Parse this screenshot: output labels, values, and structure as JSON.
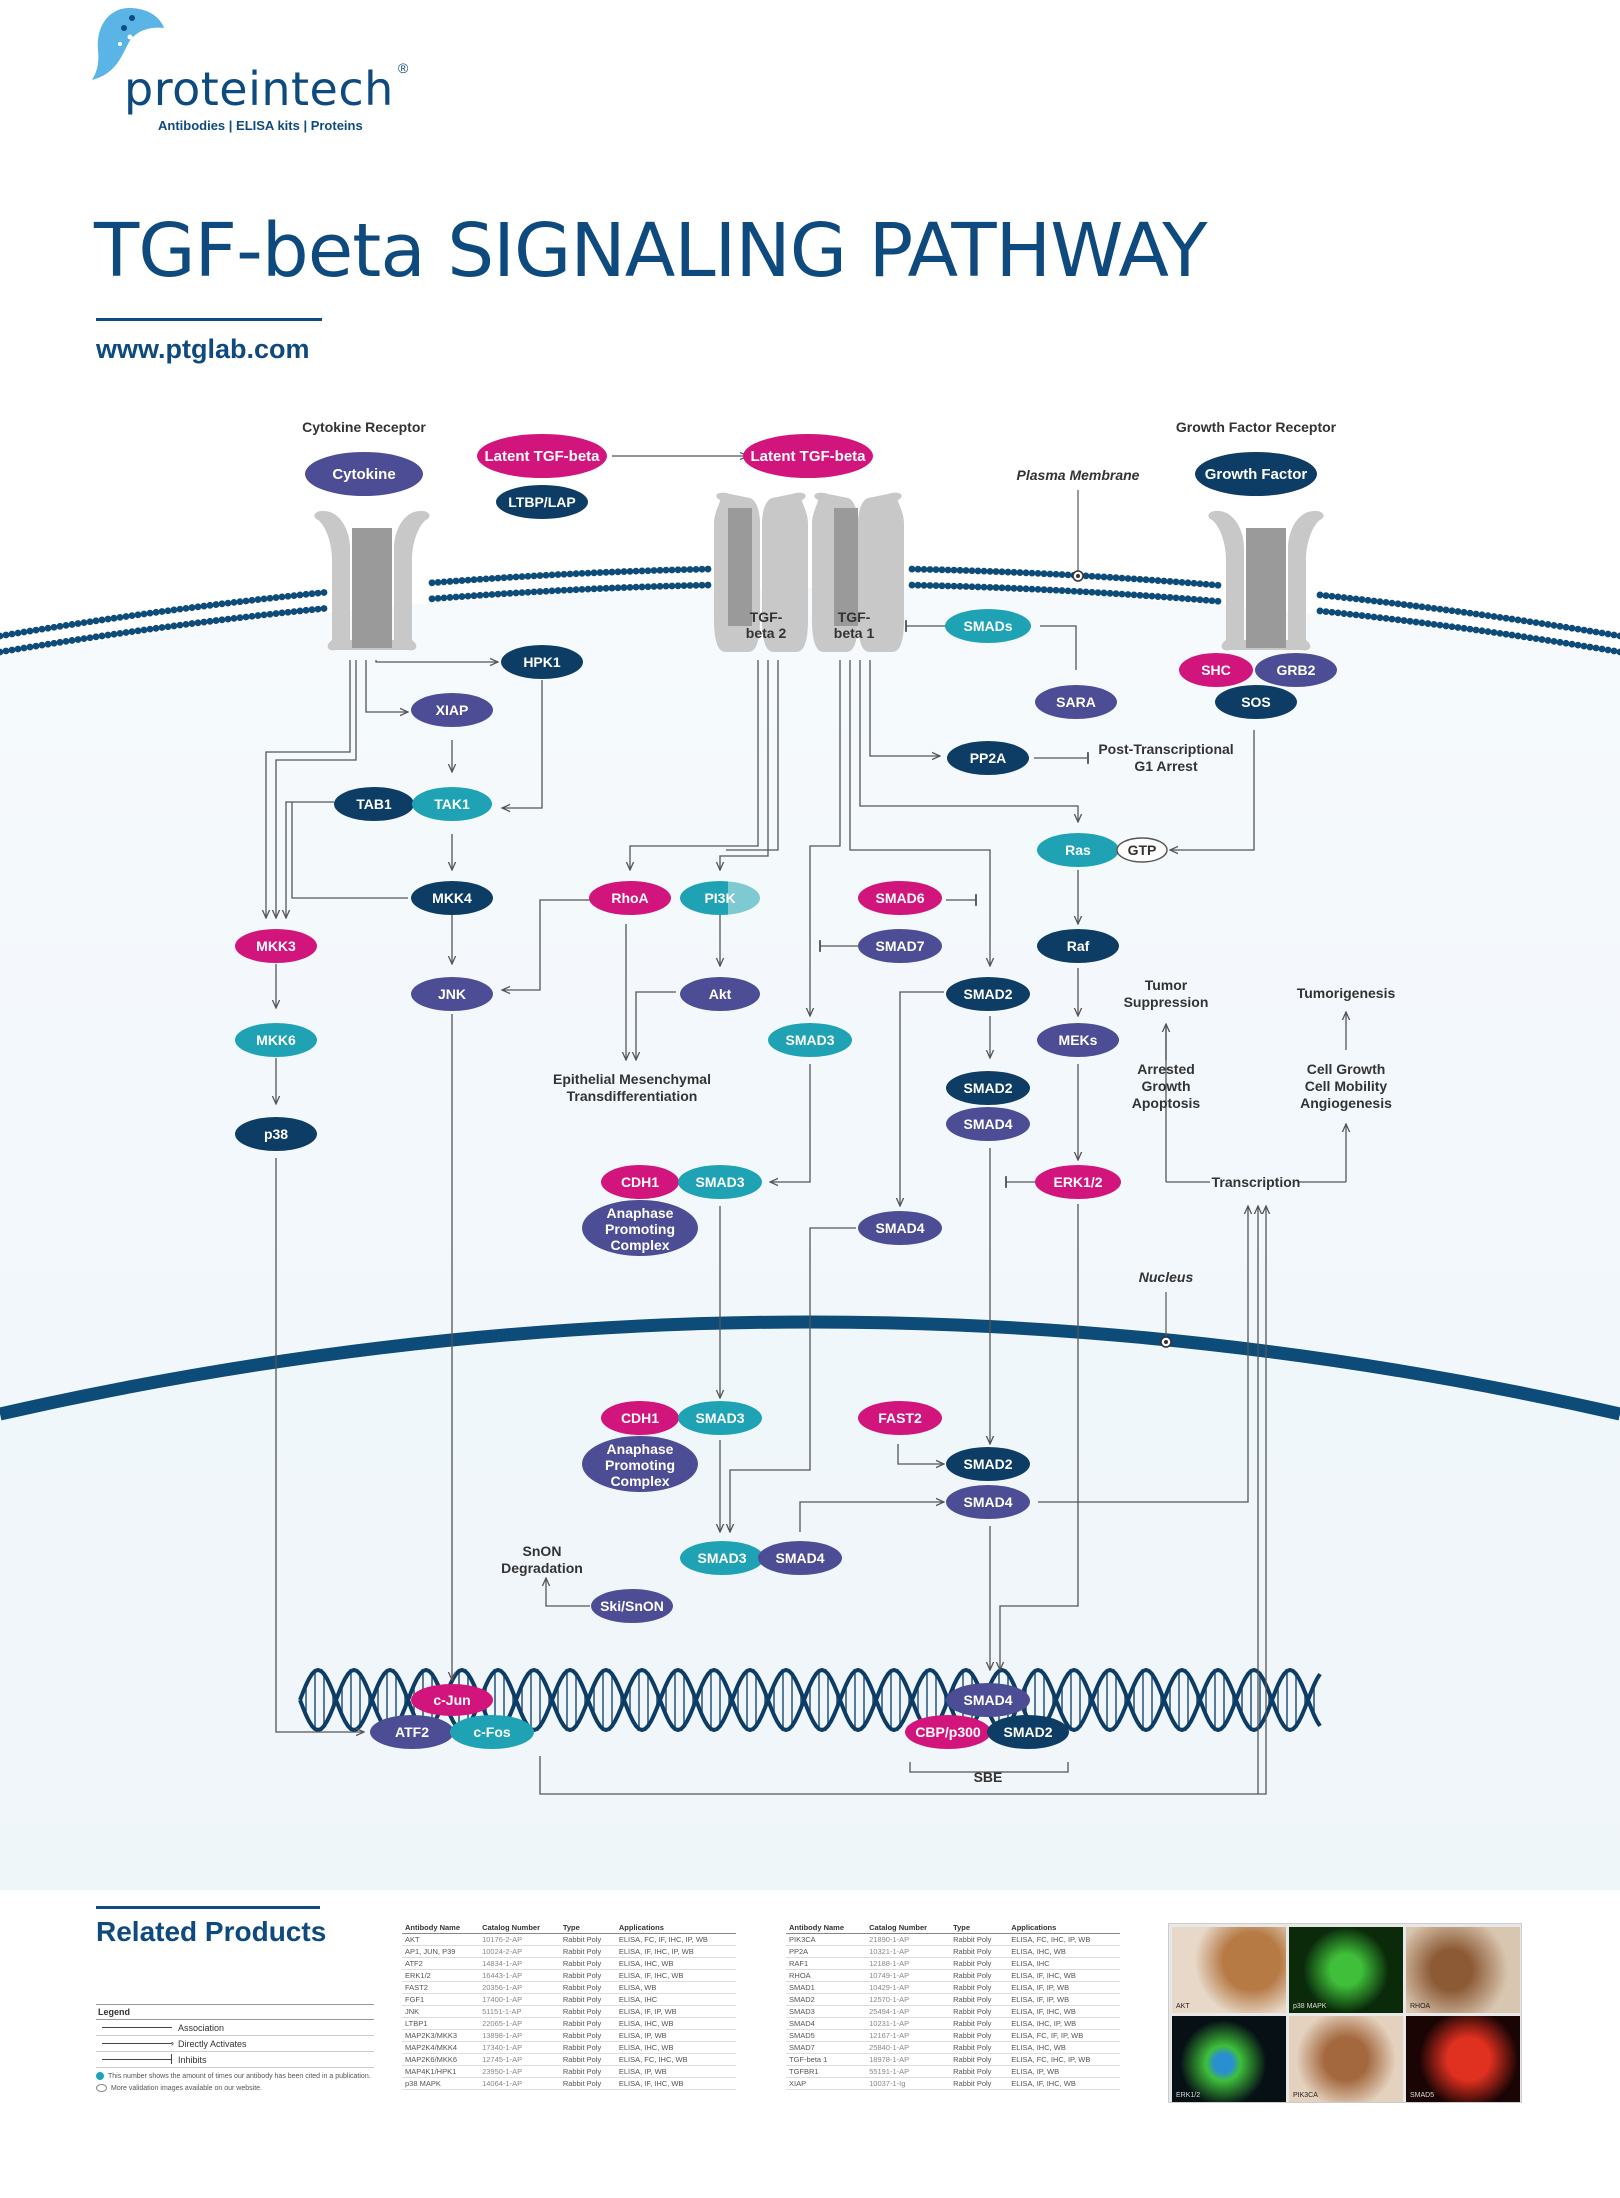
{
  "brand": {
    "name": "proteintech",
    "registered": "®",
    "tagline": "Antibodies  |  ELISA kits  |  Proteins"
  },
  "page_title": "TGF-beta SIGNALING PATHWAY",
  "website": "www.ptglab.com",
  "colors": {
    "brand_blue": "#0e4a7e",
    "navy": "#0d3c64",
    "purple": "#4d4d96",
    "magenta": "#d2157c",
    "teal": "#1fa3b4",
    "membrane": "#0d4b78"
  },
  "diagram": {
    "labels": {
      "cytokine_receptor": "Cytokine Receptor",
      "growth_factor_receptor": "Growth Factor Receptor",
      "plasma_membrane": "Plasma Membrane",
      "nucleus": "Nucleus",
      "tgfbeta2": [
        "TGF-",
        "beta 2"
      ],
      "tgfbeta1": [
        "TGF-",
        "beta 1"
      ],
      "post_transcriptional": [
        "Post-Transcriptional",
        "G1 Arrest"
      ],
      "emt": [
        "Epithelial Mesenchymal",
        "Transdifferentiation"
      ],
      "tumor_suppression": [
        "Tumor",
        "Suppression"
      ],
      "tumorigenesis": "Tumorigenesis",
      "arrested": [
        "Arrested",
        "Growth",
        "Apoptosis"
      ],
      "cell_growth": [
        "Cell Growth",
        "Cell Mobility",
        "Angiogenesis"
      ],
      "transcription": "Transcription",
      "snon_degradation": [
        "SnON",
        "Degradation"
      ],
      "sbe": "SBE"
    },
    "nodes": {
      "cytokine": "Cytokine",
      "latent1": "Latent TGF-beta",
      "latent2": "Latent TGF-beta",
      "ltbp": "LTBP/LAP",
      "growth_factor": "Growth Factor",
      "hpk1": "HPK1",
      "xiap": "XIAP",
      "tab1": "TAB1",
      "tak1": "TAK1",
      "mkk4": "MKK4",
      "mkk3": "MKK3",
      "mkk6": "MKK6",
      "p38": "p38",
      "jnk": "JNK",
      "rhoa": "RhoA",
      "pi3k": "PI3K",
      "akt": "Akt",
      "smads": "SMADs",
      "sara": "SARA",
      "pp2a": "PP2A",
      "shc": "SHC",
      "grb2": "GRB2",
      "sos": "SOS",
      "ras": "Ras",
      "gtp": "GTP",
      "raf": "Raf",
      "meks": "MEKs",
      "erk": "ERK1/2",
      "smad6": "SMAD6",
      "smad7": "SMAD7",
      "smad2_a": "SMAD2",
      "smad3_a": "SMAD3",
      "smad2_b": "SMAD2",
      "smad4_b": "SMAD4",
      "cdh1_a": "CDH1",
      "smad3_b": "SMAD3",
      "apc_a": [
        "Anaphase",
        "Promoting",
        "Complex"
      ],
      "smad4_c": "SMAD4",
      "cdh1_b": "CDH1",
      "smad3_c": "SMAD3",
      "apc_b": [
        "Anaphase",
        "Promoting",
        "Complex"
      ],
      "fast2": "FAST2",
      "smad2_n": "SMAD2",
      "smad4_n": "SMAD4",
      "smad3_d": "SMAD3",
      "smad4_d": "SMAD4",
      "ski": "Ski/SnON",
      "cjun": "c-Jun",
      "atf2": "ATF2",
      "cfos": "c-Fos",
      "smad4_dna": "SMAD4",
      "cbp": "CBP/p300",
      "smad2_dna": "SMAD2"
    }
  },
  "related_products": {
    "title": "Related Products",
    "legend": {
      "title": "Legend",
      "items": [
        "Association",
        "Directly Activates",
        "Inhibits"
      ],
      "notes": [
        "This number shows the amount of times our antibody has been cited in a publication.",
        "More validation images available on our website."
      ]
    },
    "table_headers": [
      "Antibody Name",
      "Catalog Number",
      "Type",
      "Applications"
    ],
    "table_left": [
      [
        "AKT",
        "10176-2-AP",
        "Rabbit Poly",
        "ELISA, FC, IF, IHC, IP, WB"
      ],
      [
        "AP1, JUN, P39",
        "10024-2-AP",
        "Rabbit Poly",
        "ELISA, IF, IHC, IP, WB"
      ],
      [
        "ATF2",
        "14834-1-AP",
        "Rabbit Poly",
        "ELISA, IHC, WB"
      ],
      [
        "ERK1/2",
        "16443-1-AP",
        "Rabbit Poly",
        "ELISA, IF, IHC, WB"
      ],
      [
        "FAST2",
        "20356-1-AP",
        "Rabbit Poly",
        "ELISA, WB"
      ],
      [
        "FGF1",
        "17400-1-AP",
        "Rabbit Poly",
        "ELISA, IHC"
      ],
      [
        "JNK",
        "51151-1-AP",
        "Rabbit Poly",
        "ELISA, IF, IP, WB"
      ],
      [
        "LTBP1",
        "22065-1-AP",
        "Rabbit Poly",
        "ELISA, IHC, WB"
      ],
      [
        "MAP2K3/MKK3",
        "13898-1-AP",
        "Rabbit Poly",
        "ELISA, IP, WB"
      ],
      [
        "MAP2K4/MKK4",
        "17340-1-AP",
        "Rabbit Poly",
        "ELISA, IHC, WB"
      ],
      [
        "MAP2K6/MKK6",
        "12745-1-AP",
        "Rabbit Poly",
        "ELISA, FC, IHC, WB"
      ],
      [
        "MAP4K1/HPK1",
        "23950-1-AP",
        "Rabbit Poly",
        "ELISA, IP, WB"
      ],
      [
        "p38 MAPK",
        "14064-1-AP",
        "Rabbit Poly",
        "ELISA, IF, IHC, WB"
      ]
    ],
    "table_right": [
      [
        "PIK3CA",
        "21890-1-AP",
        "Rabbit Poly",
        "ELISA, FC, IHC, IP, WB"
      ],
      [
        "PP2A",
        "10321-1-AP",
        "Rabbit Poly",
        "ELISA, IHC, WB"
      ],
      [
        "RAF1",
        "12188-1-AP",
        "Rabbit Poly",
        "ELISA, IHC"
      ],
      [
        "RHOA",
        "10749-1-AP",
        "Rabbit Poly",
        "ELISA, IF, IHC, WB"
      ],
      [
        "SMAD1",
        "10429-1-AP",
        "Rabbit Poly",
        "ELISA, IF, IP, WB"
      ],
      [
        "SMAD2",
        "12570-1-AP",
        "Rabbit Poly",
        "ELISA, IF, IP, WB"
      ],
      [
        "SMAD3",
        "25494-1-AP",
        "Rabbit Poly",
        "ELISA, IF, IHC, WB"
      ],
      [
        "SMAD4",
        "10231-1-AP",
        "Rabbit Poly",
        "ELISA, IHC, IP, WB"
      ],
      [
        "SMAD5",
        "12167-1-AP",
        "Rabbit Poly",
        "ELISA, FC, IF, IP, WB"
      ],
      [
        "SMAD7",
        "25840-1-AP",
        "Rabbit Poly",
        "ELISA, IHC, WB"
      ],
      [
        "TGF-beta 1",
        "18978-1-AP",
        "Rabbit Poly",
        "ELISA, FC, IHC, IP, WB"
      ],
      [
        "TGFBR1",
        "55191-1-AP",
        "Rabbit Poly",
        "ELISA, IP, WB"
      ],
      [
        "XIAP",
        "10037-1-Ig",
        "Rabbit Poly",
        "ELISA, IF, IHC, WB"
      ]
    ],
    "gallery": [
      "AKT",
      "p38 MAPK",
      "RHOA",
      "ERK1/2",
      "PIK3CA",
      "SMAD5"
    ]
  }
}
